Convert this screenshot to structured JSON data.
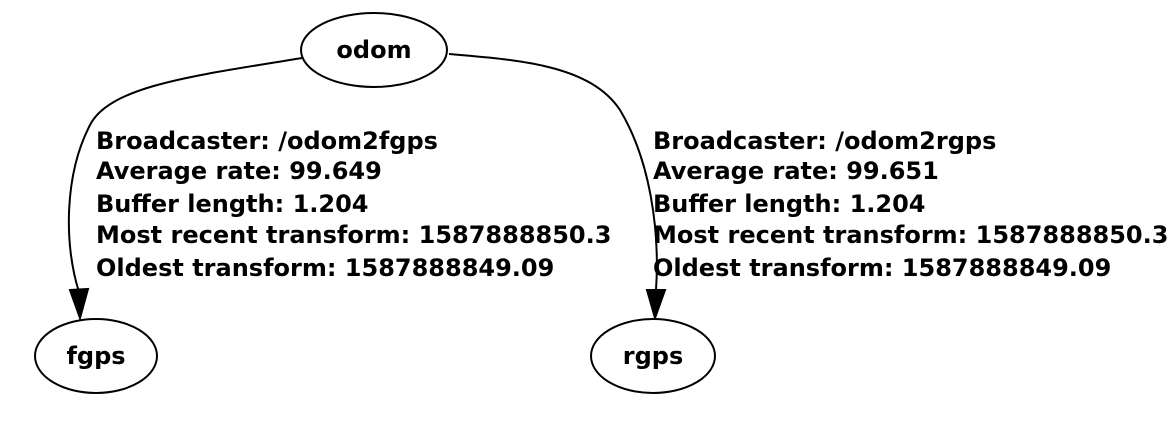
{
  "nodes": {
    "odom": "odom",
    "fgps": "fgps",
    "rgps": "rgps"
  },
  "edges": {
    "odom_fgps": {
      "broadcaster": "Broadcaster: /odom2fgps",
      "average_rate": "Average rate: 99.649",
      "buffer_length": "Buffer length: 1.204",
      "most_recent": "Most recent transform: 1587888850.3",
      "oldest": "Oldest transform: 1587888849.09"
    },
    "odom_rgps": {
      "broadcaster": "Broadcaster: /odom2rgps",
      "average_rate": "Average rate: 99.651",
      "buffer_length": "Buffer length: 1.204",
      "most_recent": "Most recent transform: 1587888850.3",
      "oldest": "Oldest transform: 1587888849.09"
    }
  }
}
